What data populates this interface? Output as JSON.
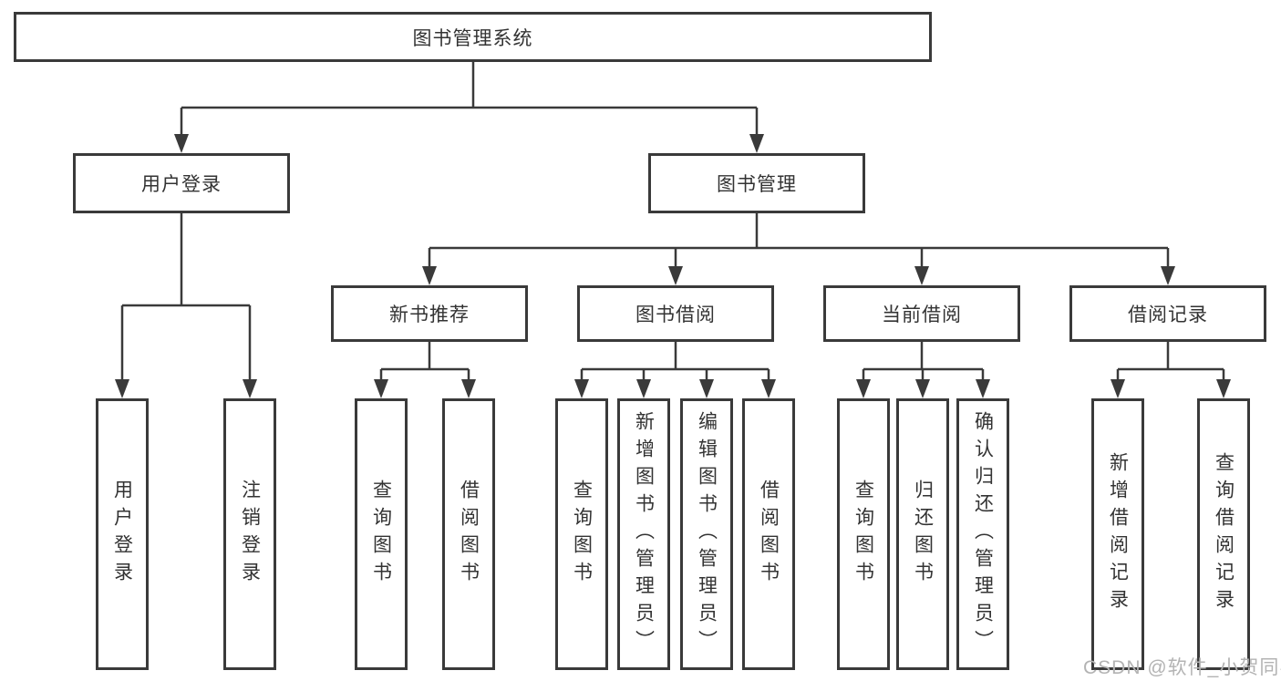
{
  "tree": {
    "root": "图书管理系统",
    "user": {
      "label": "用户登录",
      "leaves": [
        "用户登录",
        "注销登录"
      ]
    },
    "mgmt": {
      "label": "图书管理"
    },
    "groups": [
      {
        "label": "新书推荐",
        "leaves": [
          "查询图书",
          "借阅图书"
        ]
      },
      {
        "label": "图书借阅",
        "leaves": [
          "查询图书",
          "新增图书（管理员）",
          "编辑图书（管理员）",
          "借阅图书"
        ]
      },
      {
        "label": "当前借阅",
        "leaves": [
          "查询图书",
          "归还图书",
          "确认归还（管理员）"
        ]
      },
      {
        "label": "借阅记录",
        "leaves": [
          "新增借阅记录",
          "查询借阅记录"
        ]
      }
    ]
  },
  "watermark": "CSDN @软件_小贺同学",
  "colors": {
    "line": "#3a3a3a",
    "text": "#333333",
    "watermark": "#b3b3b3",
    "background": "#ffffff"
  }
}
